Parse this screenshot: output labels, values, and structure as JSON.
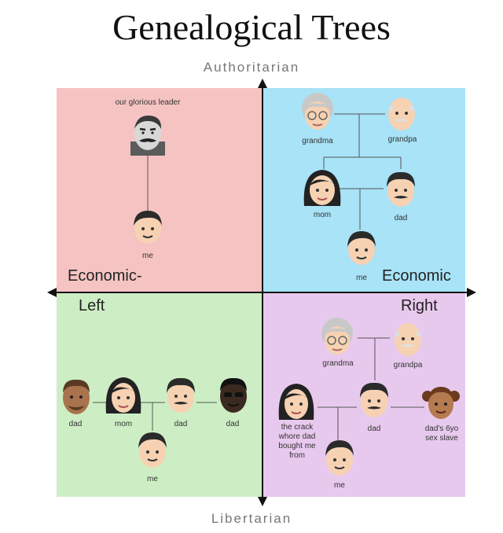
{
  "title": "Genealogical Trees",
  "axes": {
    "top": "Authoritarian",
    "bottom": "Libertarian",
    "left_line1": "Economic-",
    "left_line2": "Left",
    "right_line1": "Economic",
    "right_line2": "Right"
  },
  "colors": {
    "auth_left": "#f6c3c3",
    "auth_right": "#a8e3f7",
    "lib_left": "#cdeec4",
    "lib_right": "#e8c9ee"
  },
  "auth_left": {
    "leader": "our glorious leader",
    "me": "me"
  },
  "auth_right": {
    "grandma": "grandma",
    "grandpa": "grandpa",
    "mom": "mom",
    "dad": "dad",
    "me": "me"
  },
  "lib_left": {
    "dad1": "dad",
    "mom": "mom",
    "dad2": "dad",
    "dad3": "dad",
    "me": "me"
  },
  "lib_right": {
    "grandma": "grandma",
    "grandpa": "grandpa",
    "crack_line1": "the crack",
    "crack_line2": "whore dad",
    "crack_line3": "bought me",
    "crack_line4": "from",
    "dad": "dad",
    "slave_line1": "dad's 6yo",
    "slave_line2": "sex slave",
    "me": "me"
  }
}
